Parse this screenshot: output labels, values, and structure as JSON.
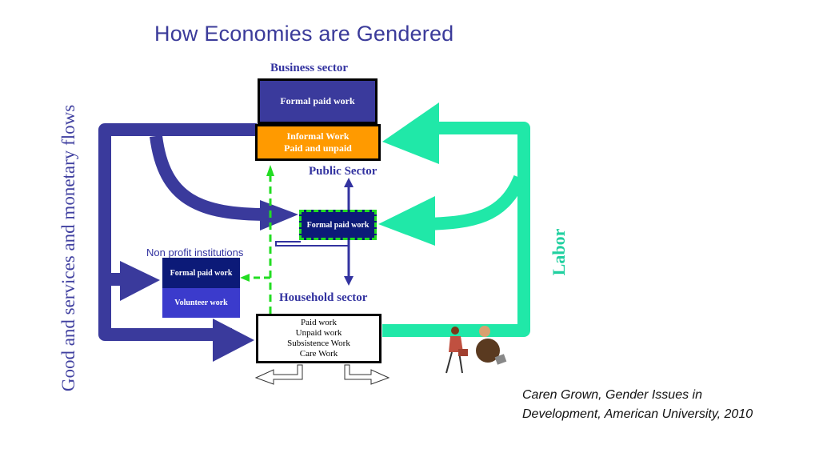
{
  "title": "How Economies are Gendered",
  "flows_label": "Good and services and monetary flows",
  "labor_label": "Labor",
  "sectors": {
    "business": "Business sector",
    "public": "Public Sector",
    "nonprofit": "Non profit institutions",
    "household": "Household sector"
  },
  "boxes": {
    "business_formal": "Formal paid work",
    "business_informal_1": "Informal Work",
    "business_informal_2": "Paid and unpaid",
    "public_formal": "Formal paid work",
    "nonprofit_formal": "Formal paid work",
    "nonprofit_volunteer": "Volunteer work",
    "household_lines": [
      "Paid work",
      "Unpaid work",
      "Subsistence Work",
      "Care Work"
    ]
  },
  "citation_line1": "Caren Grown, Gender Issues in",
  "citation_line2": "Development, American University, 2010",
  "colors": {
    "navy": "#3a3a9c",
    "teal": "#20e8a8",
    "orange": "#ff9a00",
    "dashed_green": "#22dd22"
  },
  "icons": [
    "business-woman-icon",
    "business-man-icon"
  ]
}
